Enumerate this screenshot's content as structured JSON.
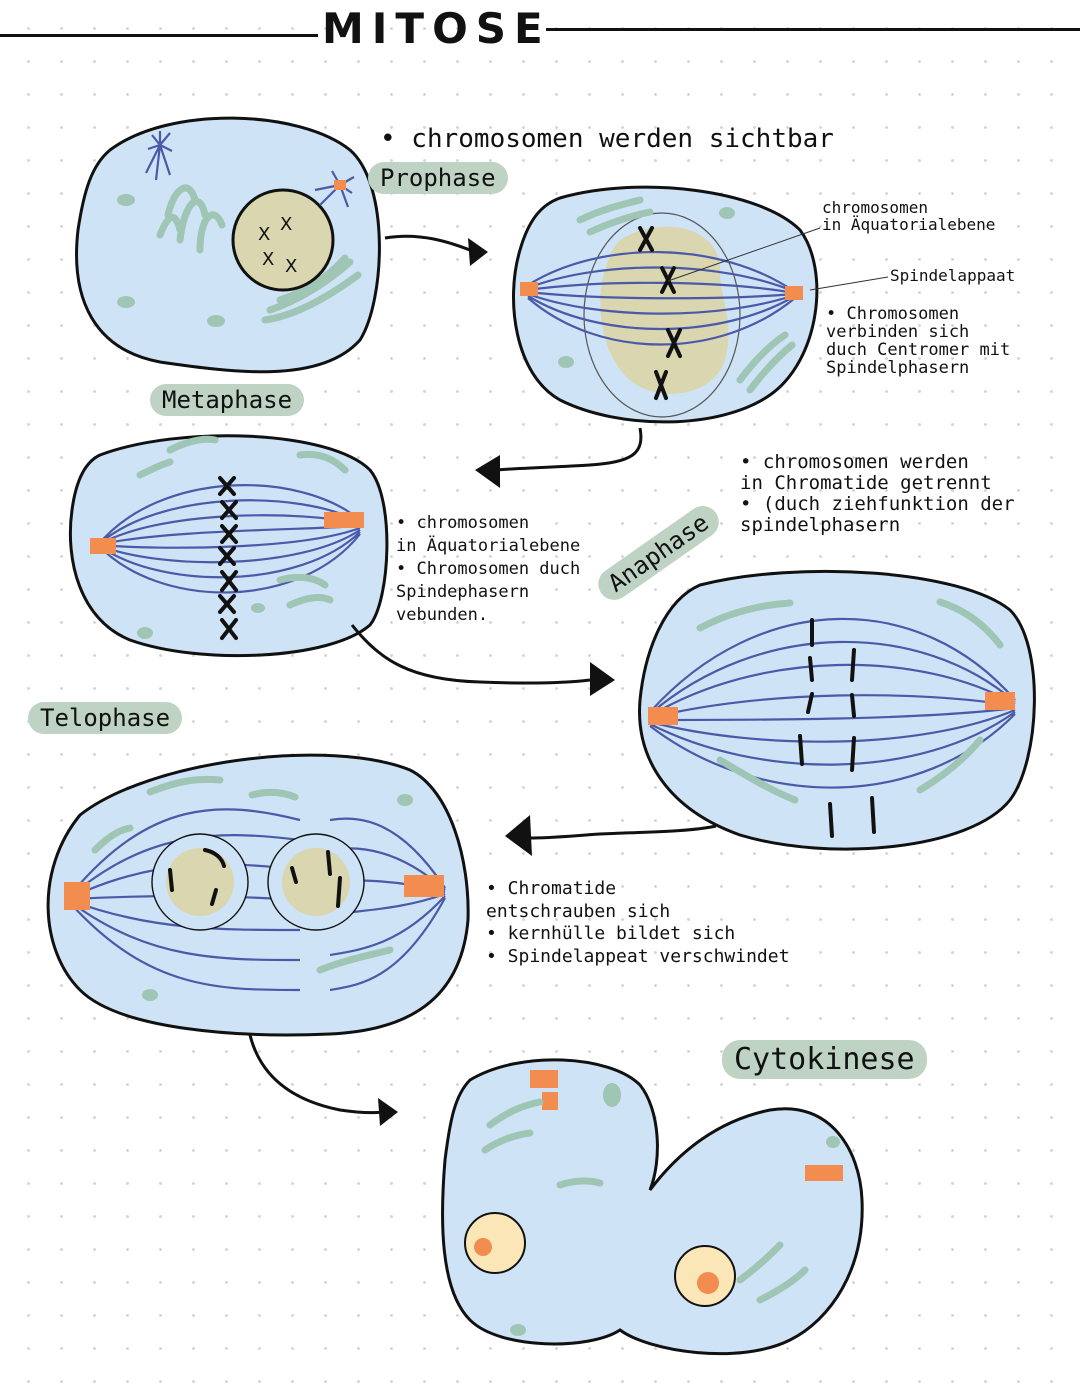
{
  "title": "MITOSE",
  "labels": {
    "prophase": "Prophase",
    "metaphase": "Metaphase",
    "anaphase": "Anaphase",
    "telophase": "Telophase",
    "cytokinese": "Cytokinese"
  },
  "notes": {
    "prophase_top": "• chromosomen werden sichtbar",
    "prophase_chromosomen": [
      "chromosomen",
      "in Äquatorialebene"
    ],
    "prophase_spindel": "Spindelappaat",
    "prophase_verbinden": [
      "• Chromosomen",
      "verbinden sich",
      "duch Centromer mit",
      "Spindelphasern"
    ],
    "metaphase": [
      "• chromosomen",
      "in Äquatorialebene",
      "• Chromosomen duch",
      "Spindephasern",
      "vebunden."
    ],
    "anaphase": [
      "• chromosomen werden",
      "in Chromatide getrennt",
      "• (duch ziehfunktion der",
      "spindelphasern"
    ],
    "telophase": [
      "• Chromatide",
      "entschrauben sich",
      "• kernhülle bildet sich",
      "• Spindelappeat verschwindet"
    ]
  },
  "colors": {
    "cell": "#cfe3f6",
    "cell_border": "#111111",
    "organelle": "#9fc5b5",
    "nucleus": "#d9d6b0",
    "spindle": "#4a5aa8",
    "centrosome": "#f28d4f",
    "tag_bg": "#bfd3c4",
    "nucleus_cyto": "#fbe6b8"
  }
}
